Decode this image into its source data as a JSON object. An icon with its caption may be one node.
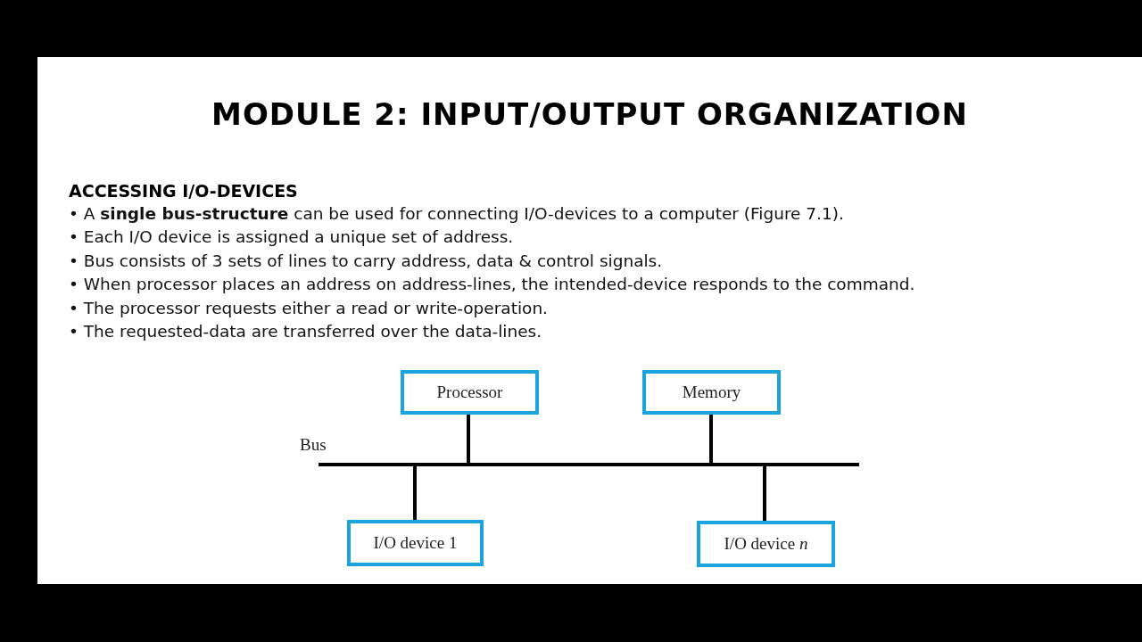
{
  "diagram": {
    "title": "MODULE 2: INPUT/OUTPUT ORGANIZATION",
    "nodes": [
      {
        "text": [
          "Processor"
        ]
      },
      {
        "text": [
          "Memory"
        ]
      },
      {
        "text": [],
        "shape": "bar",
        "beside": [
          "Bus"
        ]
      },
      {
        "text": [
          "I/O device 1"
        ]
      },
      {
        "text": [
          "I/O device *n*"
        ]
      }
    ],
    "edges": [
      {
        "from": 0,
        "to": 2,
        "arrow": "none"
      },
      {
        "from": 1,
        "to": 2,
        "arrow": "none"
      },
      {
        "from": 2,
        "to": 3,
        "arrow": "none"
      },
      {
        "from": 2,
        "to": 4,
        "arrow": "none"
      }
    ],
    "labels": [
      "ACCESSING I/O-DEVICES",
      "• A **single bus-structure** can be used for connecting I/O-devices to a computer (Figure 7.1).",
      "• Each I/O device is assigned a unique set of address.",
      "• Bus consists of 3 sets of lines to carry address, data & control signals.",
      "• When processor places an address on address-lines, the intended-device responds to the command.",
      "• The processor requests either a read or write-operation.",
      "• The requested-data are transferred over the data-lines."
    ]
  }
}
